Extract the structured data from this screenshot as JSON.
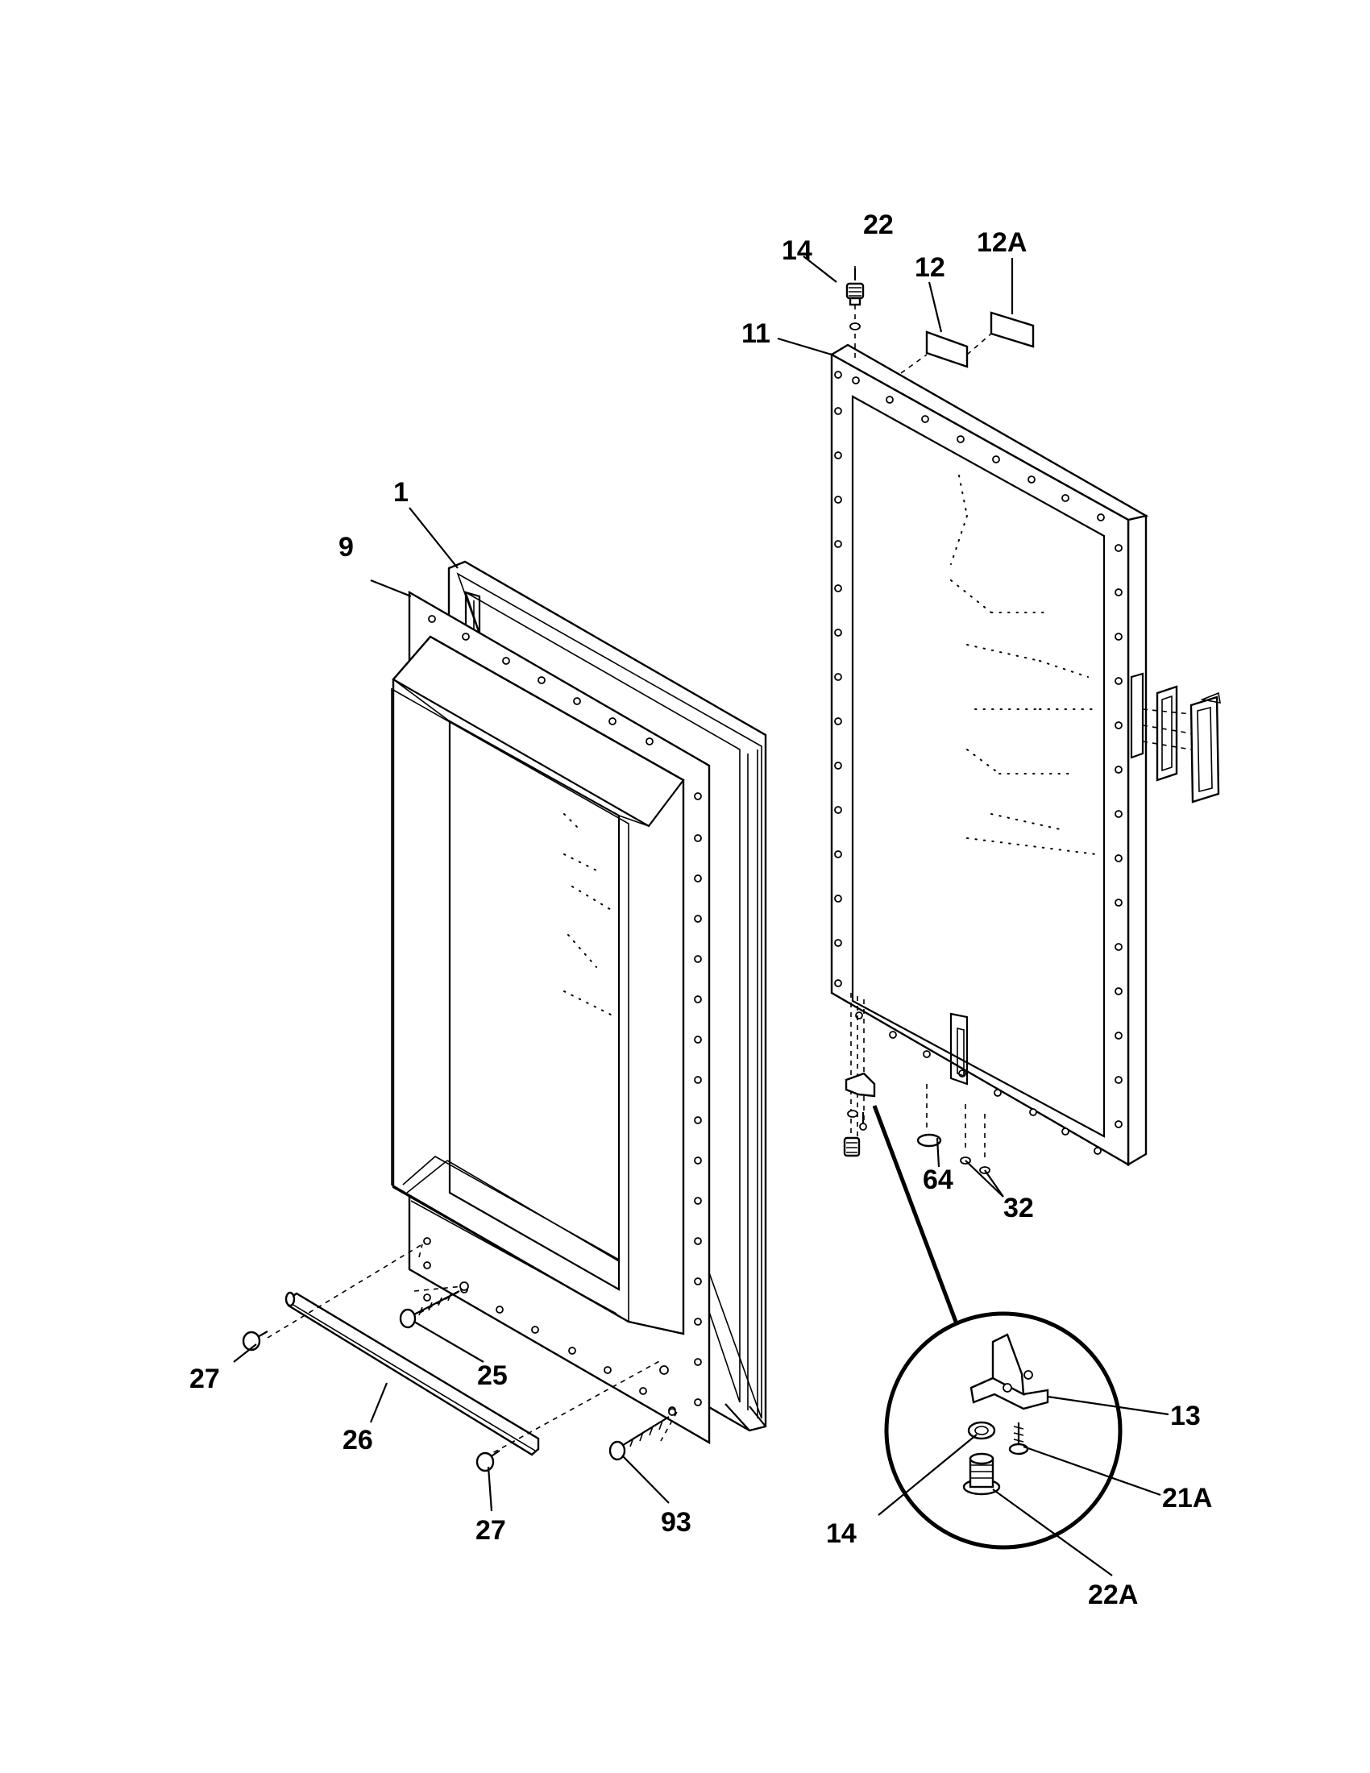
{
  "labels": {
    "l22": "22",
    "l14top": "14",
    "l12": "12",
    "l12a": "12A",
    "l11": "11",
    "l1": "1",
    "l9": "9",
    "l64": "64",
    "l32": "32",
    "l13": "13",
    "l21a": "21A",
    "l14bot": "14",
    "l22a": "22A",
    "l27a": "27",
    "l25": "25",
    "l26": "26",
    "l27b": "27",
    "l93": "93"
  }
}
